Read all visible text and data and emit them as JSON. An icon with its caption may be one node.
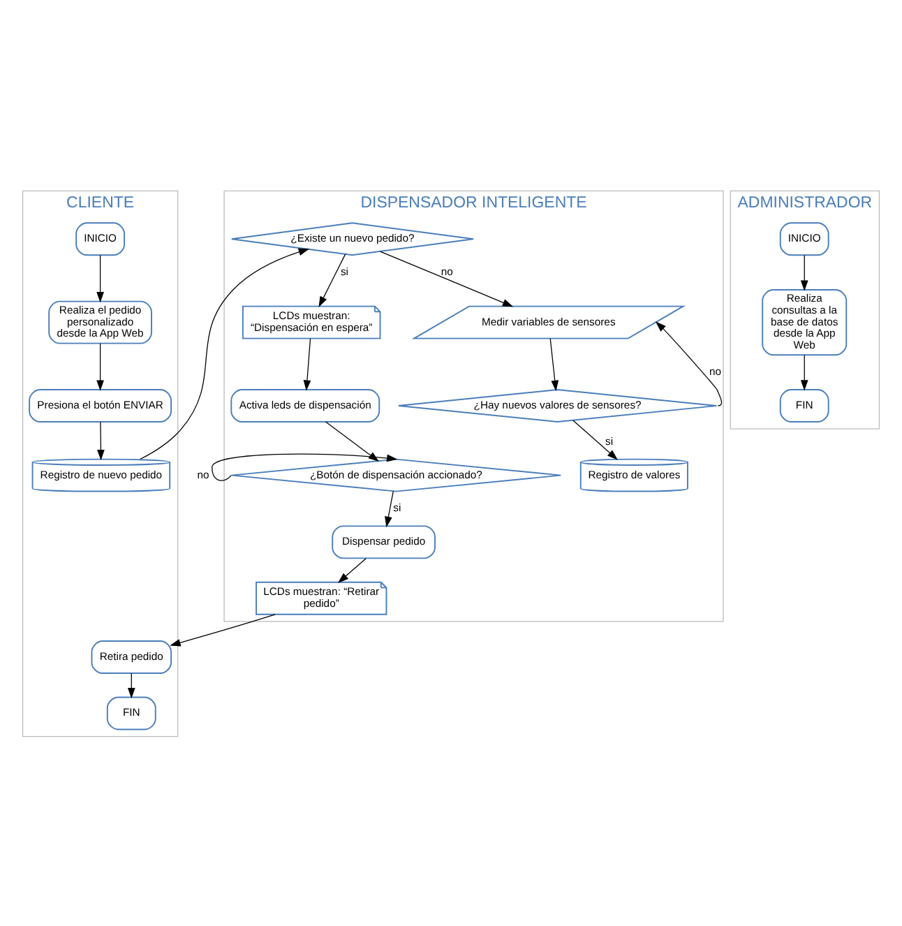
{
  "diagram": {
    "nodes": [
      {
        "text": [
          "CLIENTE"
        ]
      },
      {
        "text": [
          "DISPENSADOR INTELIGENTE"
        ]
      },
      {
        "text": [
          "ADMINISTRADOR"
        ]
      },
      {
        "text": [
          "INICIO"
        ],
        "in": 0
      },
      {
        "text": [
          "Realiza el pedido personalizado desde la App Web"
        ],
        "in": 0
      },
      {
        "text": [
          "Presiona el botón ENVIAR"
        ],
        "in": 0
      },
      {
        "text": [
          "Registro de nuevo pedido"
        ],
        "in": 0
      },
      {
        "text": [
          "Retira pedido"
        ],
        "in": 0
      },
      {
        "text": [
          "FIN"
        ],
        "in": 0
      },
      {
        "text": [
          "¿Existe un nuevo pedido?"
        ],
        "in": 1
      },
      {
        "text": [
          "LCDs muestran: “Dispensación en espera”"
        ],
        "in": 1
      },
      {
        "text": [
          "Medir variables de sensores"
        ],
        "in": 1
      },
      {
        "text": [
          "Activa leds de dispensación"
        ],
        "in": 1
      },
      {
        "text": [
          "¿Hay nuevos valores de sensores?"
        ],
        "in": 1
      },
      {
        "text": [
          "¿Botón de dispensación accionado?"
        ],
        "in": 1
      },
      {
        "text": [
          "Registro de valores"
        ],
        "in": 1
      },
      {
        "text": [
          "Dispensar pedido"
        ],
        "in": 1
      },
      {
        "text": [
          "LCDs muestran: “Retirar pedido”"
        ],
        "in": 1
      },
      {
        "text": [
          "INICIO"
        ],
        "in": 2
      },
      {
        "text": [
          "Realiza consultas a la base de datos desde la App Web"
        ],
        "in": 2
      },
      {
        "text": [
          "FIN"
        ],
        "in": 2
      }
    ],
    "edges": [
      {
        "from": 3,
        "to": 4,
        "arrow": "to"
      },
      {
        "from": 4,
        "to": 5,
        "arrow": "to"
      },
      {
        "from": 5,
        "to": 6,
        "arrow": "to"
      },
      {
        "from": 6,
        "to": 9,
        "arrow": "to"
      },
      {
        "from": 9,
        "to": 10,
        "arrow": "to",
        "label": "si"
      },
      {
        "from": 9,
        "to": 11,
        "arrow": "to",
        "label": "no"
      },
      {
        "from": 11,
        "to": 13,
        "arrow": "to"
      },
      {
        "from": 13,
        "to": 11,
        "arrow": "to",
        "label": "no"
      },
      {
        "from": 13,
        "to": 15,
        "arrow": "to",
        "label": "si"
      },
      {
        "from": 10,
        "to": 12,
        "arrow": "to"
      },
      {
        "from": 12,
        "to": 14,
        "arrow": "to"
      },
      {
        "from": 14,
        "to": 14,
        "arrow": "to",
        "label": "no"
      },
      {
        "from": 14,
        "to": 16,
        "arrow": "to",
        "label": "si"
      },
      {
        "from": 16,
        "to": 17,
        "arrow": "to"
      },
      {
        "from": 17,
        "to": 7,
        "arrow": "to"
      },
      {
        "from": 7,
        "to": 8,
        "arrow": "to"
      },
      {
        "from": 18,
        "to": 19,
        "arrow": "to"
      },
      {
        "from": 19,
        "to": 20,
        "arrow": "to"
      }
    ]
  }
}
